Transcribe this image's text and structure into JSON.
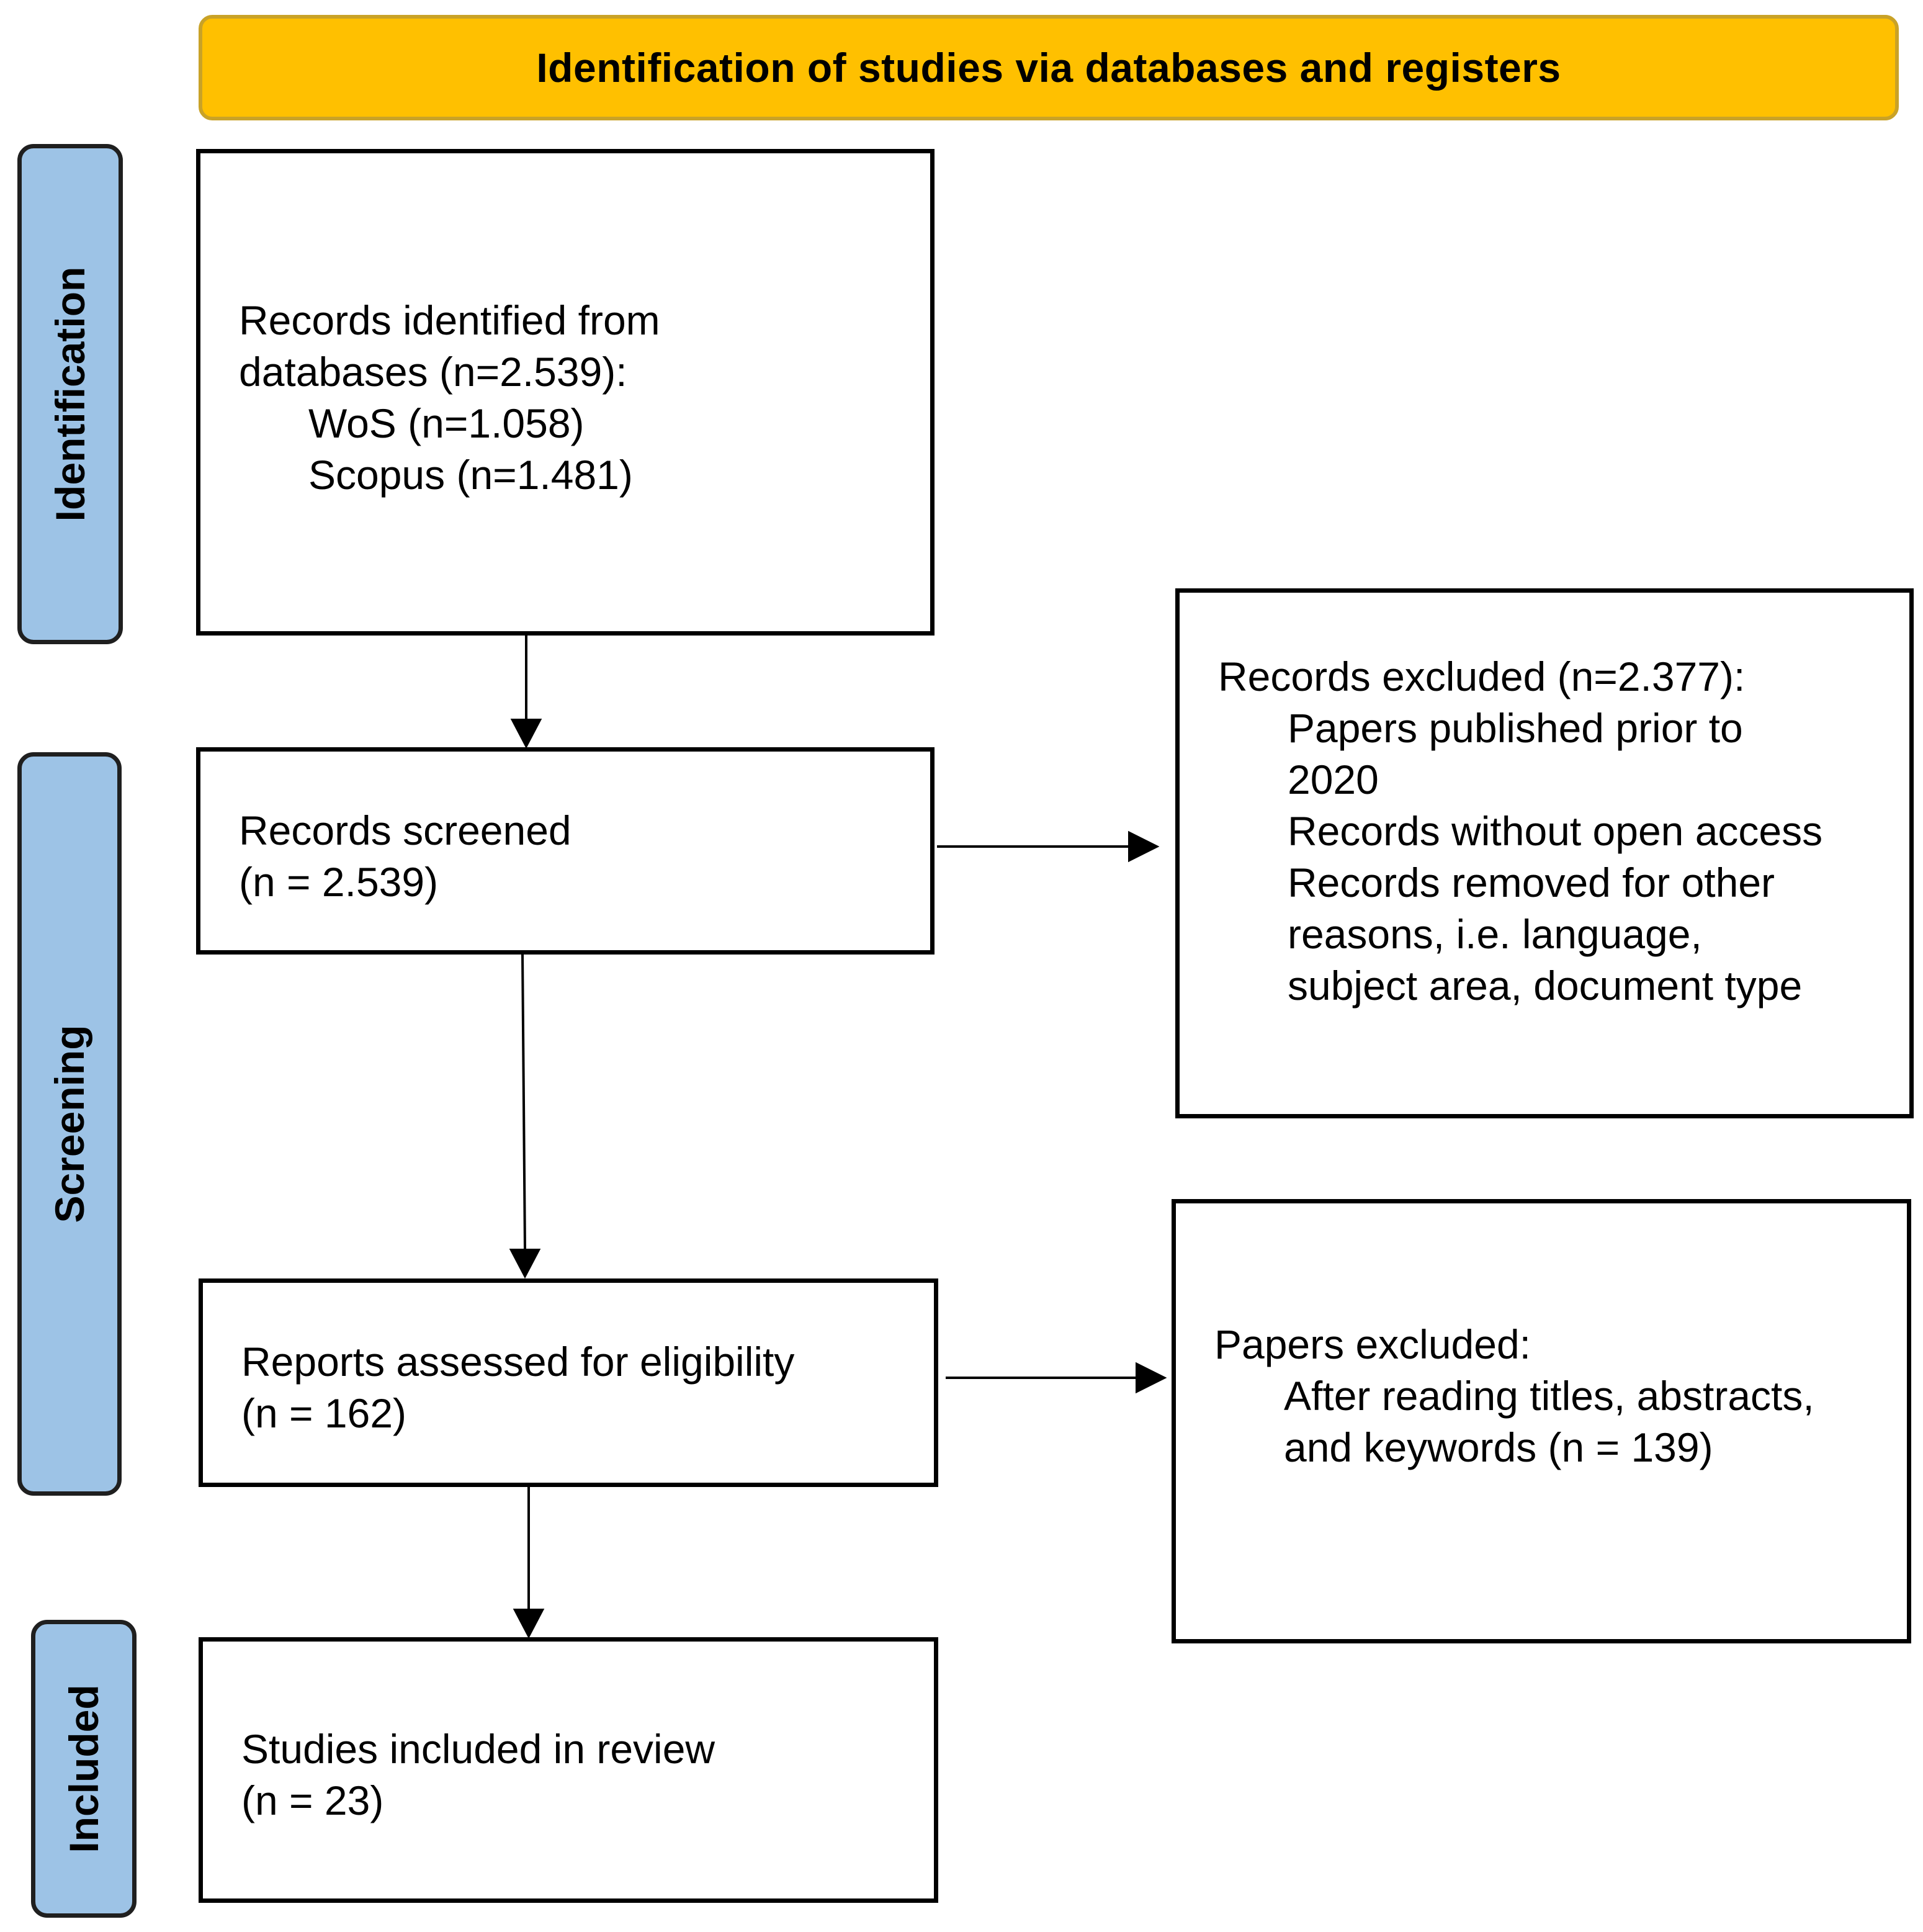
{
  "header": {
    "title": "Identification of studies via databases and registers"
  },
  "phases": {
    "identification": "Identification",
    "screening": "Screening",
    "included": "Included"
  },
  "boxes": {
    "records_identified": {
      "line1": "Records identified from",
      "line2": "databases (n=2.539):",
      "wos": "WoS (n=1.058)",
      "scopus": "Scopus (n=1.481)"
    },
    "records_screened": {
      "line1": "Records screened",
      "line2": "(n = 2.539)"
    },
    "records_excluded": {
      "line1": "Records excluded (n=2.377):",
      "line2": "Papers published prior to",
      "line3": "2020",
      "line4": "Records without open access",
      "line5": "Records removed for other",
      "line6": "reasons, i.e. language,",
      "line7": "subject area, document type"
    },
    "reports_assessed": {
      "line1": "Reports assessed for eligibility",
      "line2": "(n = 162)"
    },
    "papers_excluded": {
      "line1": "Papers excluded:",
      "line2": "After reading titles, abstracts,",
      "line3": "and keywords (n = 139)"
    },
    "studies_included": {
      "line1": "Studies included in review",
      "line2": "(n = 23)"
    }
  }
}
